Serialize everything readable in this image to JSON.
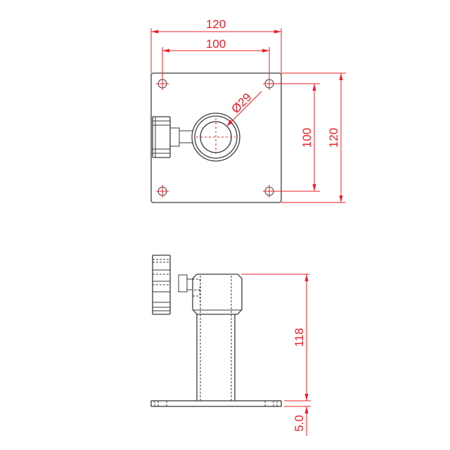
{
  "drawing": {
    "top_view": {
      "dimensions": {
        "overall_width": "120",
        "hole_spacing_width": "100",
        "overall_height": "120",
        "hole_spacing_height": "100",
        "bore_diameter_symbol": "Ø",
        "bore_diameter": "29"
      }
    },
    "side_view": {
      "dimensions": {
        "total_height": "118",
        "base_thickness": "5.0"
      }
    },
    "colors": {
      "part_lines": "#3a3a3a",
      "dimension_lines": "#ee1c25",
      "background": "#ffffff"
    }
  }
}
